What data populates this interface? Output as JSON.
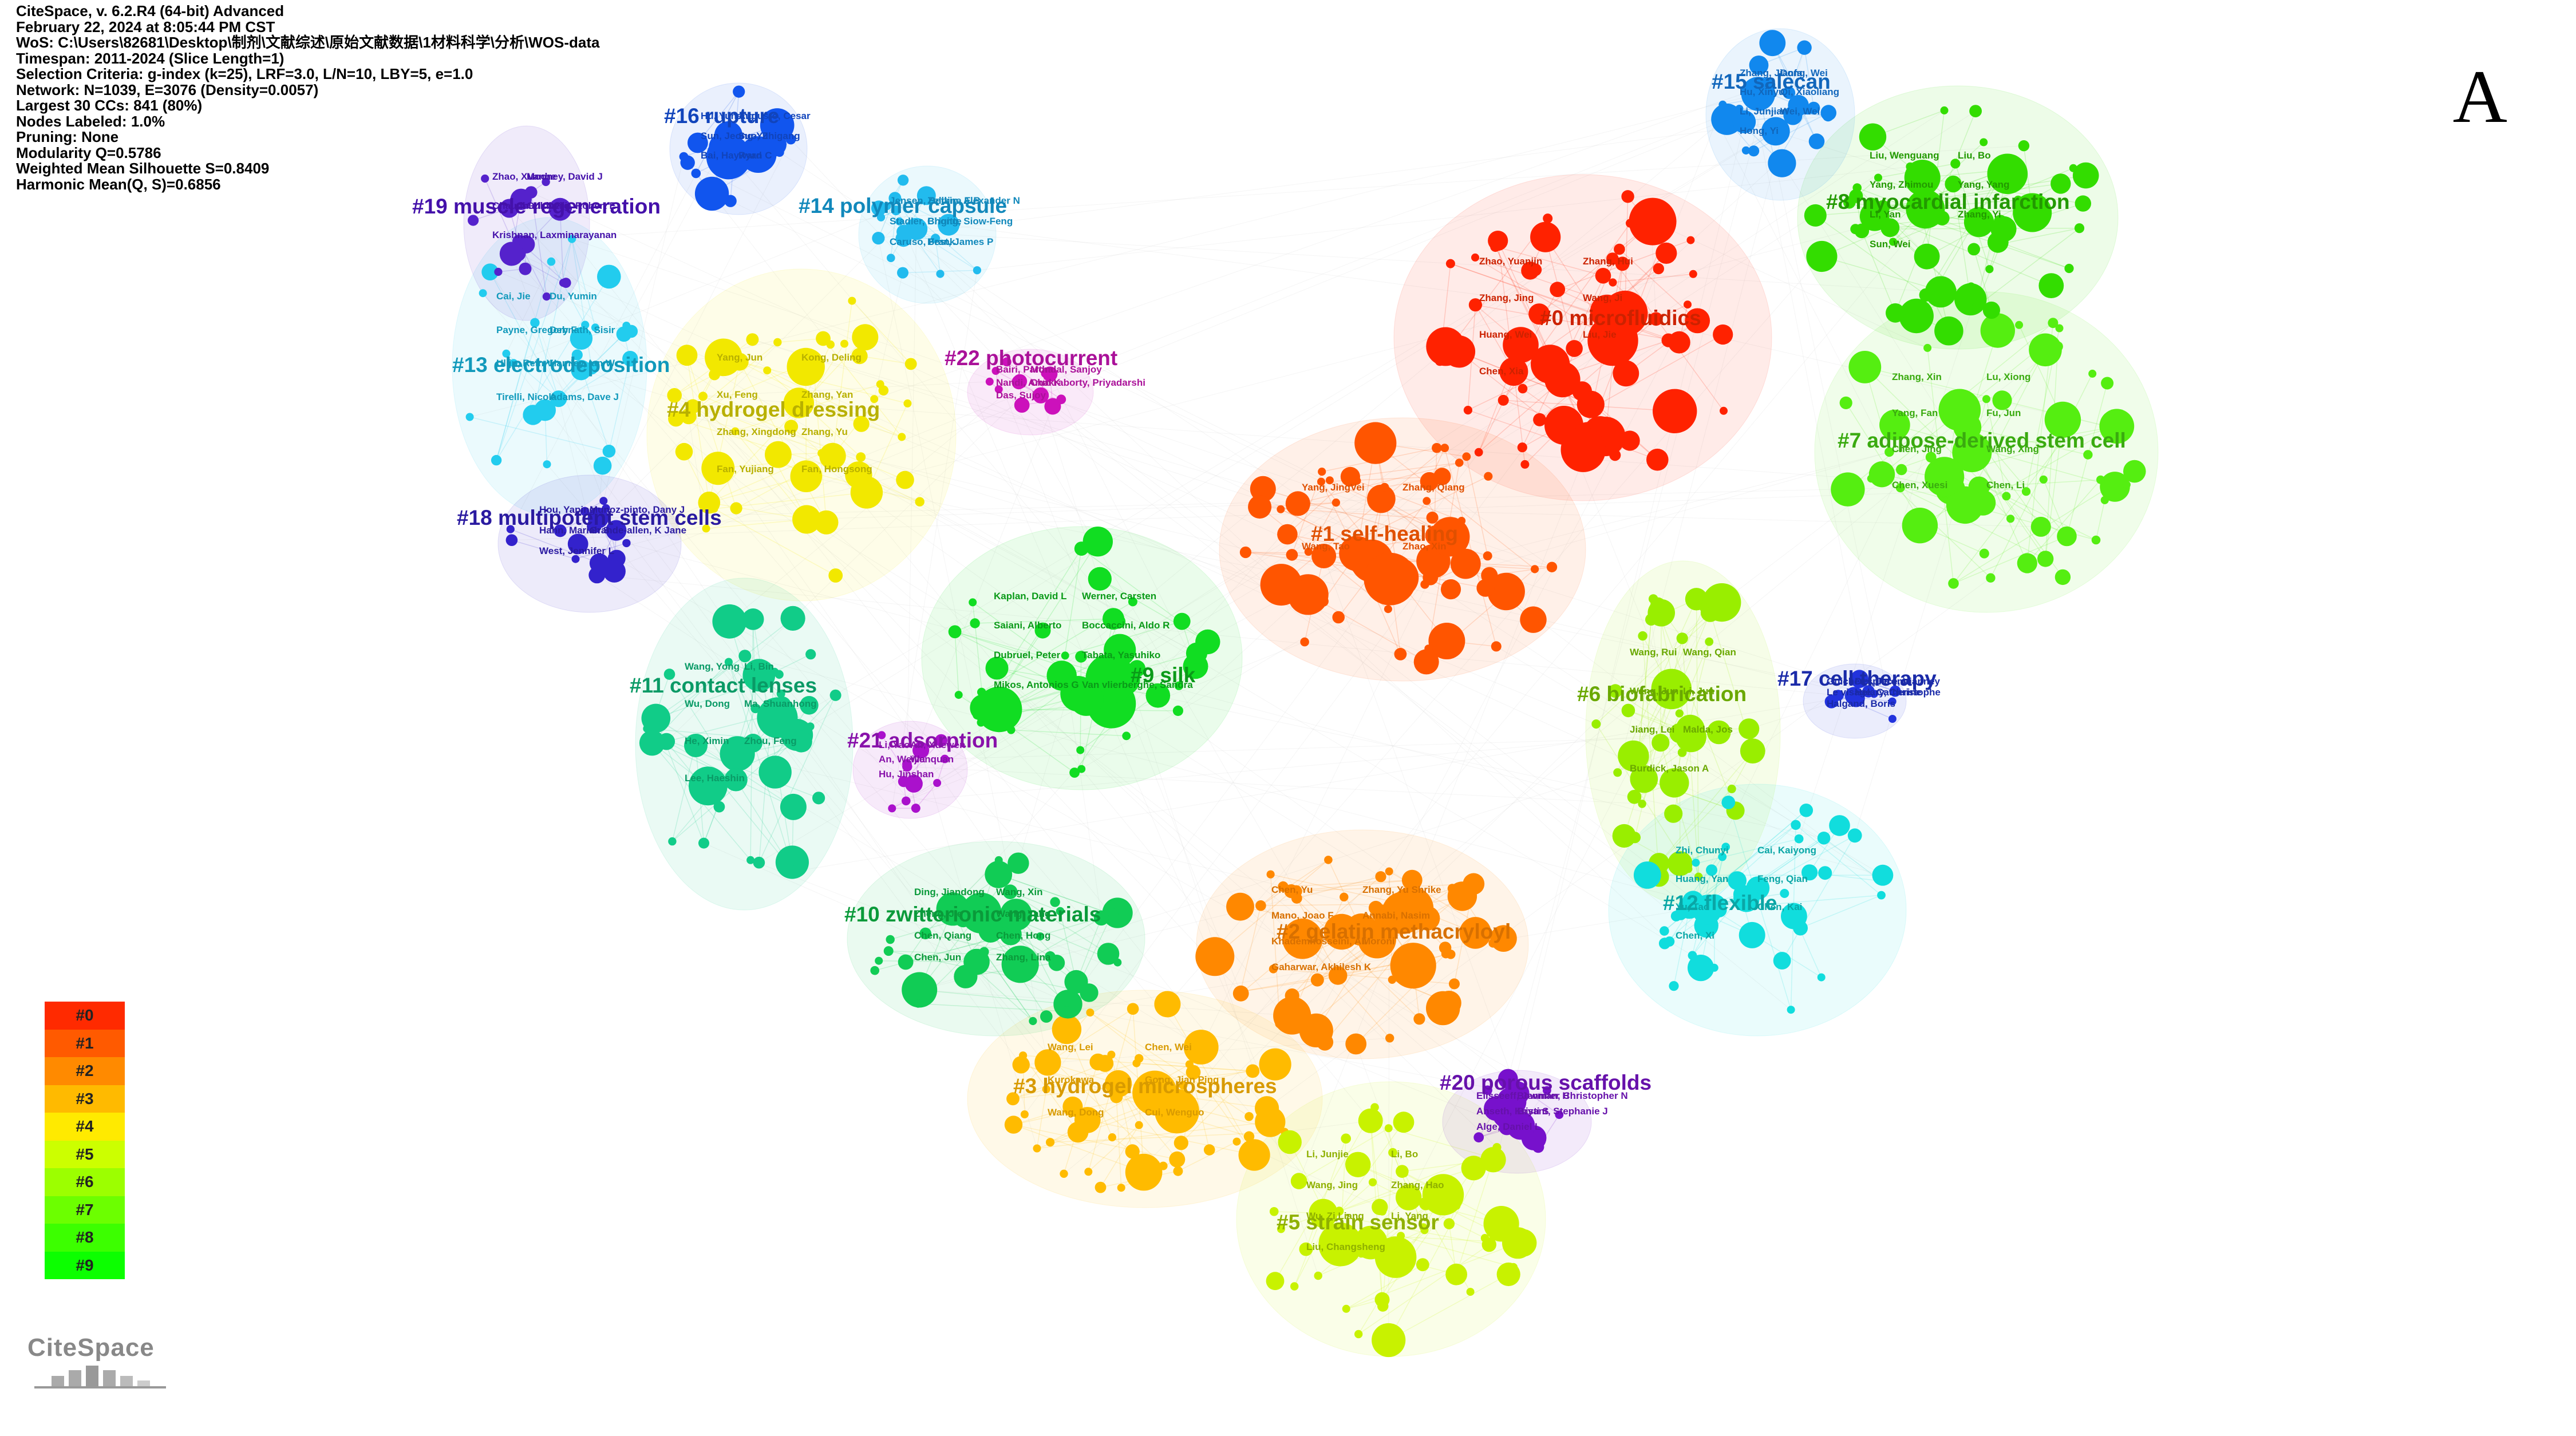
{
  "info_lines": [
    "CiteSpace, v. 6.2.R4 (64-bit) Advanced",
    "February 22, 2024 at 8:05:44 PM CST",
    "WoS: C:\\Users\\82681\\Desktop\\制剂\\文献综述\\原始文献数据\\1材料科学\\分析\\WOS-data",
    "Timespan: 2011-2024 (Slice Length=1)",
    "Selection Criteria: g-index (k=25), LRF=3.0, L/N=10, LBY=5, e=1.0",
    "Network: N=1039, E=3076 (Density=0.0057)",
    "Largest 30 CCs: 841 (80%)",
    "Nodes Labeled: 1.0%",
    "Pruning: None",
    "Modularity Q=0.5786",
    "Weighted Mean Silhouette S=0.8409",
    "Harmonic Mean(Q, S)=0.6856"
  ],
  "panel_label": "A",
  "logo_text": "CiteSpace",
  "legend": [
    {
      "label": "#0",
      "color": "#ff2a00"
    },
    {
      "label": "#1",
      "color": "#ff5a00"
    },
    {
      "label": "#2",
      "color": "#ff8a00"
    },
    {
      "label": "#3",
      "color": "#ffba00"
    },
    {
      "label": "#4",
      "color": "#ffea00"
    },
    {
      "label": "#5",
      "color": "#ccff00"
    },
    {
      "label": "#6",
      "color": "#9cff00"
    },
    {
      "label": "#7",
      "color": "#6cff00"
    },
    {
      "label": "#8",
      "color": "#3cff00"
    },
    {
      "label": "#9",
      "color": "#0cff00"
    }
  ],
  "clusters": [
    {
      "id": "0",
      "label": "#0 microfluidics",
      "color": "#ff2200",
      "label_color": "#cc2200",
      "authors": [
        "Zhao, Yuanjin",
        "Zhang, Hui",
        "Zhang, Jing",
        "Wang, Ji",
        "Huang, Wei",
        "Liu, Jie",
        "Chen, Xia"
      ]
    },
    {
      "id": "1",
      "label": "#1 self-healing",
      "color": "#ff5500",
      "label_color": "#e05000",
      "authors": [
        "Yang, JingVei",
        "Zhang, Qiang",
        "Wang, Tao",
        "Zhao, Xin"
      ]
    },
    {
      "id": "2",
      "label": "#2 gelatin methacryloyl",
      "color": "#ff8800",
      "label_color": "#d87000",
      "authors": [
        "Chen, Yu",
        "Zhang, Yu Shrike",
        "Mano, Joao F",
        "Annabi, Nasim",
        "Khademhosseini, Ali",
        "Moroni",
        "Gaharwar, Akhilesh K"
      ]
    },
    {
      "id": "3",
      "label": "#3 hydrogel microspheres",
      "color": "#ffbb00",
      "label_color": "#d89a00",
      "authors": [
        "Wang, Lei",
        "Chen, Wei",
        "Kurokawa",
        "Gong, Jian Ping",
        "Wang, Dong",
        "Cui, Wenguo"
      ]
    },
    {
      "id": "4",
      "label": "#4 hydrogel dressing",
      "color": "#f2e800",
      "label_color": "#b8b000",
      "authors": [
        "Yang, Jun",
        "Kong, Deling",
        "Xu, Feng",
        "Zhang, Yan",
        "Zhang, Xingdong",
        "Zhang, Yu",
        "Fan, Yujiang",
        "Fan, Hongsong"
      ]
    },
    {
      "id": "5",
      "label": "#5 strain sensor",
      "color": "#c8f200",
      "label_color": "#8fb000",
      "authors": [
        "Li, Junjie",
        "Li, Bo",
        "Wang, Jing",
        "Zhang, Hao",
        "Wu, Zi Liang",
        "Li, Yang",
        "Liu, Changsheng"
      ]
    },
    {
      "id": "6",
      "label": "#6 biofabrication",
      "color": "#99ee00",
      "label_color": "#6aa800",
      "authors": [
        "Wang, Rui",
        "Wang, Qian",
        "Wang, Jun",
        "Li, Jun",
        "Jiang, Lei",
        "Malda, Jos",
        "Burdick, Jason A"
      ]
    },
    {
      "id": "7",
      "label": "#7 adipose-derived stem cell",
      "color": "#55ee11",
      "label_color": "#3aaa10",
      "authors": [
        "Zhang, Xin",
        "Lu, Xiong",
        "Yang, Fan",
        "Fu, Jun",
        "Chen, Jing",
        "Wang, Xing",
        "Chen, Xuesi",
        "Chen, Li"
      ]
    },
    {
      "id": "8",
      "label": "#8 myocardial infarction",
      "color": "#33dd00",
      "label_color": "#229900",
      "authors": [
        "Liu, Wenguang",
        "Liu, Bo",
        "Yang, Zhimou",
        "Yang, Yang",
        "Li, Yan",
        "Zhang, Yi",
        "Sun, Wei"
      ]
    },
    {
      "id": "9",
      "label": "#9 silk",
      "color": "#11dd22",
      "label_color": "#0a9a18",
      "authors": [
        "Kaplan, David L",
        "Werner, Carsten",
        "Saiani, Alberto",
        "Boccaccini, Aldo R",
        "Dubruel, Peter",
        "Tabata, Yasuhiko",
        "Mikos, Antonios G",
        "Van vlierberghe, Sandra"
      ]
    },
    {
      "id": "10",
      "label": "#10 zwitterionic materials",
      "color": "#11cc55",
      "label_color": "#0a9a3a",
      "authors": [
        "Ding, Jiandong",
        "Wang, Xin",
        "Zheng, Jie",
        "Wang, Yang",
        "Chen, Qiang",
        "Chen, Hong",
        "Chen, Jun",
        "Zhang, Lina"
      ]
    },
    {
      "id": "11",
      "label": "#11 contact lenses",
      "color": "#11cc88",
      "label_color": "#0a9a66",
      "authors": [
        "Wang, Yong",
        "Li, Bin",
        "Wu, Dong",
        "Ma, Shuanhong",
        "He, Ximin",
        "Zhou, Feng",
        "Lee, Haeshin"
      ]
    },
    {
      "id": "12",
      "label": "#12 flexible",
      "color": "#11dddd",
      "label_color": "#0aa6a6",
      "authors": [
        "Zhi, Chunyi",
        "Cai, Kaiyong",
        "Huang, Yan",
        "Feng, Qian",
        "Yu, Tao",
        "Chen, Kai",
        "Chen, Xi"
      ]
    },
    {
      "id": "13",
      "label": "#13 electrodeposition",
      "color": "#22ccee",
      "label_color": "#1199bb",
      "authors": [
        "Cai, Jie",
        "Du, Yumin",
        "Payne, Gregory F",
        "Debnath, Sisir",
        "Ulijn, Rein V",
        "Hamley, Ian W",
        "Tirelli, Nicola",
        "Adams, Dave J"
      ]
    },
    {
      "id": "14",
      "label": "#14 polymer capsule",
      "color": "#22bbee",
      "label_color": "#1188bb",
      "authors": [
        "Jensen, Bettina E B",
        "Zelikin, Alexander N",
        "Stadler, Brigitte",
        "Chong, Siow-Feng",
        "Caruso, Frank",
        "Best, James P"
      ]
    },
    {
      "id": "15",
      "label": "#15 salecan",
      "color": "#1188ee",
      "label_color": "#1166bb",
      "authors": [
        "Zhang, Jianfa",
        "Dong, Wei",
        "Hu, Xinyu",
        "Qi, Xiaoliang",
        "Li, Junjian",
        "Wei, Wei",
        "Hong, Yi"
      ]
    },
    {
      "id": "16",
      "label": "#16 rupture",
      "color": "#1155ee",
      "label_color": "#1144bb",
      "authors": [
        "Hu, Yuhang",
        "Augusto, Cesar",
        "Sun, Jeong-Yun",
        "Suo, Zhigang",
        "Bai, Hayward",
        "Ryan C"
      ]
    },
    {
      "id": "17",
      "label": "#17 cell therapy",
      "color": "#2233dd",
      "label_color": "#1a2aa8",
      "authors": [
        "Guicheux, Jerome",
        "Desplace, Vianney",
        "Le visage, Catherine",
        "Helary, Christophe",
        "Halgand, Boris"
      ]
    },
    {
      "id": "18",
      "label": "#18 multipotent stem cells",
      "color": "#3322cc",
      "label_color": "#2a1aa0",
      "authors": [
        "Hou, Yaping",
        "Munoz-pinto, Dany J",
        "Hahn, Mariah S",
        "Grande-allen, K Jane",
        "West, Jennifer L"
      ]
    },
    {
      "id": "19",
      "label": "#19 muscle regeneration",
      "color": "#5522cc",
      "label_color": "#4411aa",
      "authors": [
        "Zhao, Xuanhe",
        "Mooney, David J",
        "Chaudhuri, Ovijit",
        "Guldberg, Robert E",
        "Krishnan, Laxminarayanan"
      ]
    },
    {
      "id": "20",
      "label": "#20 porous scaffolds",
      "color": "#7711cc",
      "label_color": "#6611aa",
      "authors": [
        "Elisseeff, Jennifer H",
        "Bowman, Christopher N",
        "Anseth, Kristi S",
        "Bryant, Stephanie J",
        "Alge, Daniel L"
      ]
    },
    {
      "id": "21",
      "label": "#21 adsorption",
      "color": "#aa11cc",
      "label_color": "#8811aa",
      "authors": [
        "Li, Yao",
        "An, Xuewen",
        "An, Weijia",
        "Wenquan",
        "Hu, Jinshan"
      ]
    },
    {
      "id": "22",
      "label": "#22 photocurrent",
      "color": "#cc11bb",
      "label_color": "#aa1199",
      "authors": [
        "Bairi, Partha",
        "Mondal, Sanjoy",
        "Nandi, Arun K",
        "Chakraborty, Priyadarshi",
        "Das, Sujoy"
      ]
    }
  ]
}
